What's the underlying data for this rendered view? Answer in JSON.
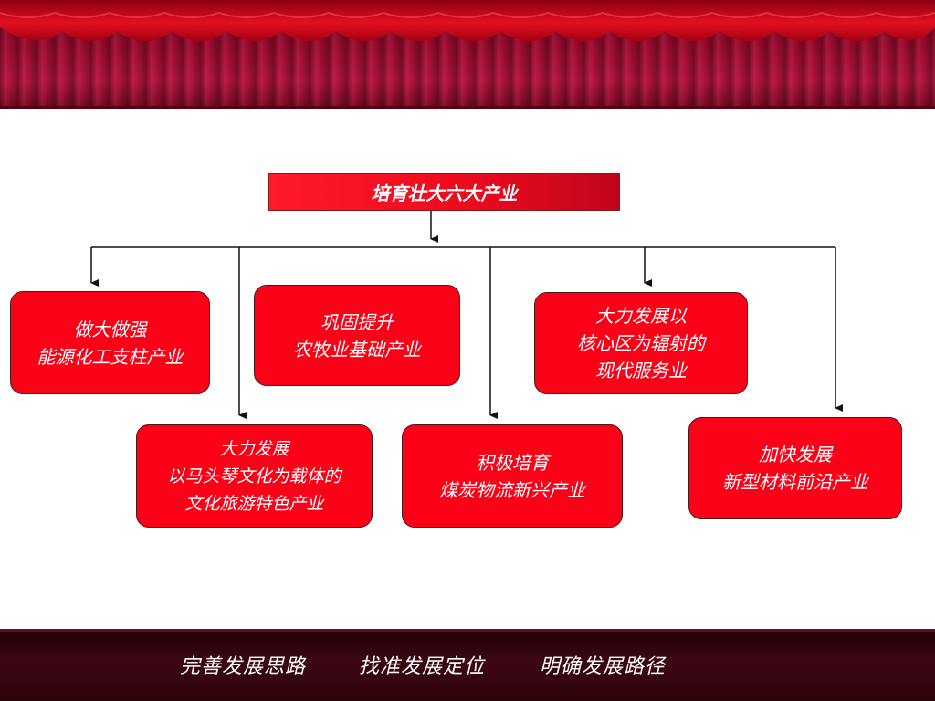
{
  "diagram": {
    "root": {
      "label": "培育壮大六大产业"
    },
    "nodes": [
      {
        "id": "energy",
        "lines": [
          "做大做强",
          "能源化工支柱产业"
        ]
      },
      {
        "id": "agri",
        "lines": [
          "巩固提升",
          "农牧业基础产业"
        ]
      },
      {
        "id": "service",
        "lines": [
          "大力发展以",
          "核心区为辐射的",
          "现代服务业"
        ]
      },
      {
        "id": "tourism",
        "lines": [
          "大力发展",
          "以马头琴文化为载体的",
          "文化旅游特色产业"
        ]
      },
      {
        "id": "coal",
        "lines": [
          "积极培育",
          "煤炭物流新兴产业"
        ]
      },
      {
        "id": "materials",
        "lines": [
          "加快发展",
          "新型材料前沿产业"
        ]
      }
    ]
  },
  "footer": {
    "items": [
      "完善发展思路",
      "找准发展定位",
      "明确发展路径"
    ]
  },
  "colors": {
    "node_fill": "#fc0017",
    "node_border": "#4a1a1a",
    "curtain": "#b3153f",
    "bottom_band": "#3d0712"
  }
}
